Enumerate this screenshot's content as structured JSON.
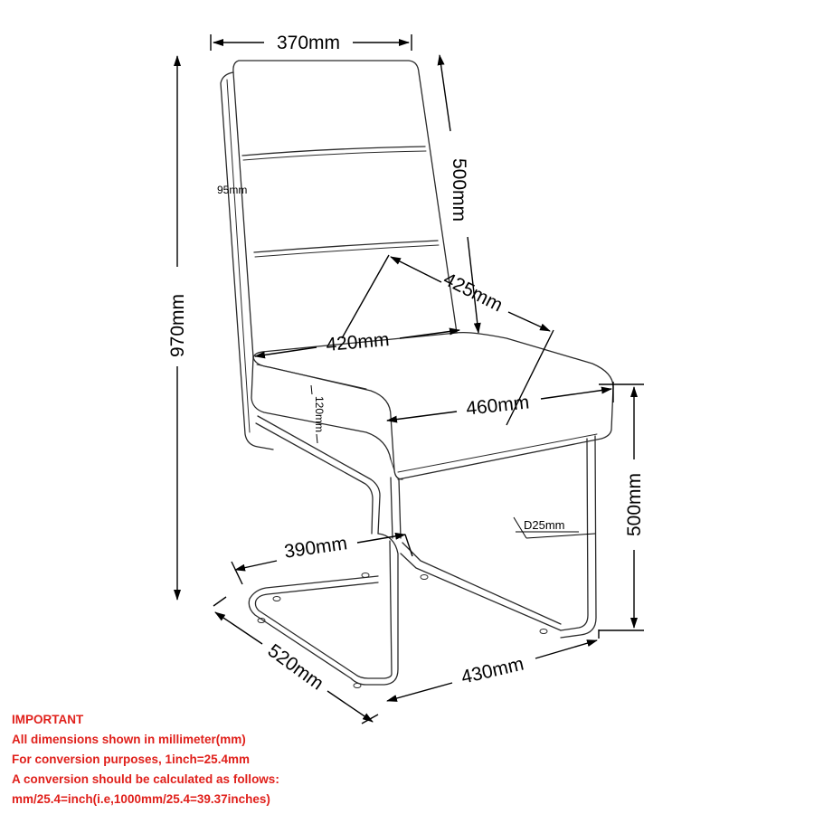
{
  "colors": {
    "line": "#2a2a2a",
    "dimension": "#000000",
    "note_text": "#e0201b",
    "background": "#ffffff"
  },
  "dimensions": {
    "backrest_width": "370mm",
    "backrest_height": "500mm",
    "panel_height": "95mm",
    "overall_height": "970mm",
    "seat_depth_inner": "425mm",
    "seat_width_back": "420mm",
    "seat_width_front": "460mm",
    "seat_thickness": "120mm",
    "seat_height": "500mm",
    "tube_diameter": "D25mm",
    "base_back_width": "390mm",
    "base_depth": "520mm",
    "base_front_width": "430mm"
  },
  "notes": {
    "heading": "IMPORTANT",
    "lines": [
      "All dimensions shown in millimeter(mm)",
      "For conversion purposes, 1inch=25.4mm",
      "A conversion should be calculated as follows:",
      "mm/25.4=inch(i.e,1000mm/25.4=39.37inches)"
    ]
  }
}
